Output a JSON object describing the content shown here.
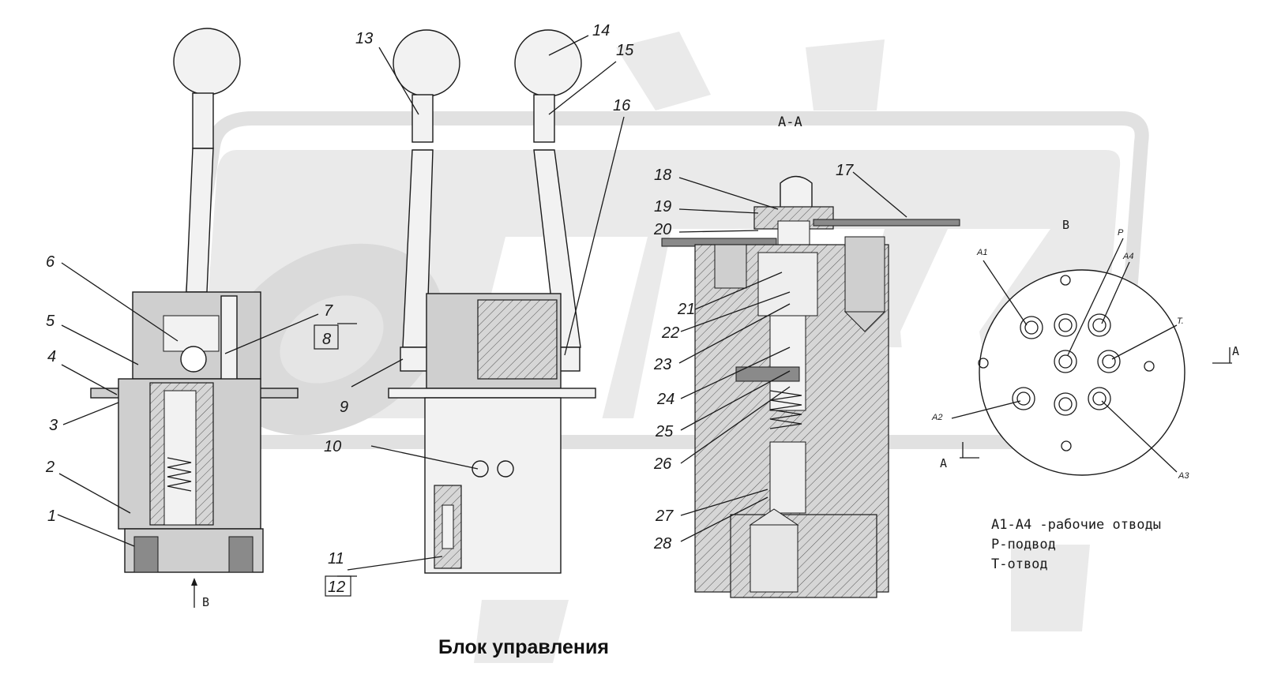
{
  "title": "Блок управления",
  "section_label": "А-А",
  "view_label_b": "В",
  "arrow_b_label": "В",
  "cut_labels": [
    "А",
    "А"
  ],
  "callouts": [
    "1",
    "2",
    "3",
    "4",
    "5",
    "6",
    "7",
    "8",
    "9",
    "10",
    "11",
    "12",
    "13",
    "14",
    "15",
    "16",
    "17",
    "18",
    "19",
    "20",
    "21",
    "22",
    "23",
    "24",
    "25",
    "26",
    "27",
    "28"
  ],
  "ports": {
    "a1": "А1",
    "a2": "А2",
    "a3": "А3",
    "a4": "А4",
    "p": "Р",
    "t": "Т."
  },
  "legend": [
    "А1-А4 -рабочие отводы",
    "Р-подвод",
    "Т-отвод"
  ]
}
